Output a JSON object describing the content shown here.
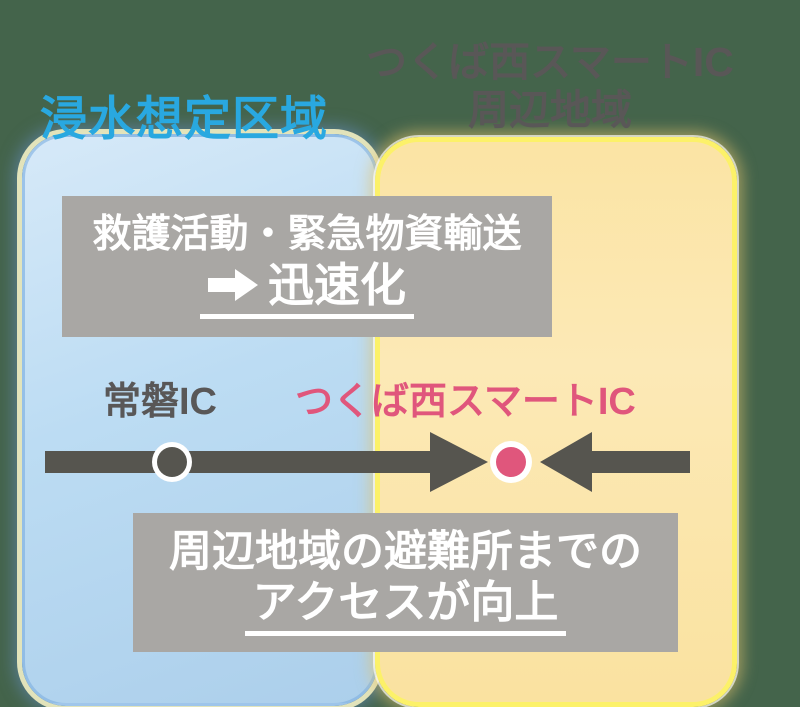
{
  "colors": {
    "background": "#44644b",
    "panel_blue_fill": "#bcdcf3",
    "panel_yellow_fill": "#fae2a0",
    "panel_yellow_border": "#fcf169",
    "gray_box": "#a9a7a4",
    "title_blue": "#29a8e0",
    "title_gray": "#595757",
    "pink": "#e0567c",
    "arrow_dark": "#56554f",
    "underline": "#ffffff"
  },
  "region_blue": {
    "title": "浸水想定区域"
  },
  "region_yellow": {
    "title_line1": "つくば西スマートIC",
    "title_line2": "周辺地域"
  },
  "box_rescue": {
    "line1": "救護活動・緊急物資輸送",
    "line2": "迅速化",
    "arrow_icon": "right-arrow"
  },
  "ic_labels": {
    "left": "常磐IC",
    "right": "つくば西スマートIC"
  },
  "box_access": {
    "line1": "周辺地域の避難所までの",
    "line2": "アクセスが向上"
  },
  "route": {
    "left_marker": "jouban-ic-dot",
    "right_marker": "tsukuba-west-smart-ic-dot"
  }
}
